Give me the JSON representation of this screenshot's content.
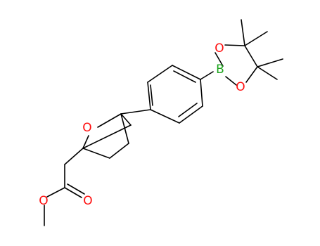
{
  "molecule": {
    "atoms": {
      "oxygen_ring": {
        "label": "O",
        "color": "#ff0d0d"
      },
      "oxygen_ester_single": {
        "label": "O",
        "color": "#ff0d0d"
      },
      "oxygen_ester_double": {
        "label": "O",
        "color": "#ff0d0d"
      },
      "oxygen_boronate_upper": {
        "label": "O",
        "color": "#ff0d0d"
      },
      "oxygen_boronate_lower": {
        "label": "O",
        "color": "#ff0d0d"
      },
      "boron": {
        "label": "B",
        "color": "#1fa51f"
      }
    }
  }
}
